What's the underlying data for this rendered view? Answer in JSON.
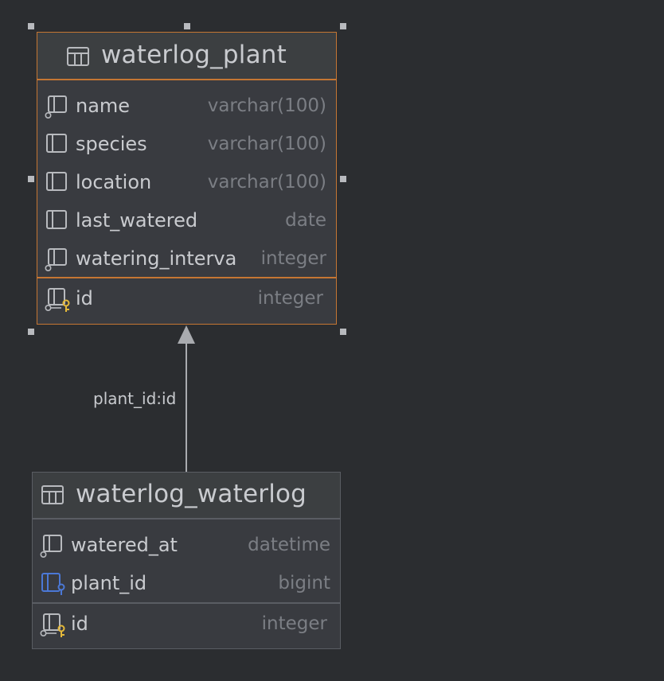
{
  "colors": {
    "background": "#2b2d30",
    "selected_border": "#c57633",
    "primary_key": "#e5b93a",
    "foreign_key": "#4b78d6",
    "type_text": "#7b7e84"
  },
  "tables": [
    {
      "name": "waterlog_plant",
      "icon": "table-icon",
      "columns": [
        {
          "name": "name",
          "type": "varchar(100)",
          "icon": "nullable-column-icon"
        },
        {
          "name": "species",
          "type": "varchar(100)",
          "icon": "column-icon"
        },
        {
          "name": "location",
          "type": "varchar(100)",
          "icon": "column-icon"
        },
        {
          "name": "last_watered",
          "type": "date",
          "icon": "column-icon"
        },
        {
          "name": "watering_interva",
          "type": "integer",
          "icon": "nullable-column-icon"
        }
      ],
      "keys": [
        {
          "name": "id",
          "type": "integer",
          "icon": "primary-key-icon"
        }
      ]
    },
    {
      "name": "waterlog_waterlog",
      "icon": "table-icon",
      "columns": [
        {
          "name": "watered_at",
          "type": "datetime",
          "icon": "nullable-column-icon"
        },
        {
          "name": "plant_id",
          "type": "bigint",
          "icon": "foreign-key-icon"
        }
      ],
      "keys": [
        {
          "name": "id",
          "type": "integer",
          "icon": "primary-key-icon"
        }
      ]
    }
  ],
  "relationships": [
    {
      "label": "plant_id:id",
      "from": "waterlog_waterlog",
      "to": "waterlog_plant"
    }
  ]
}
